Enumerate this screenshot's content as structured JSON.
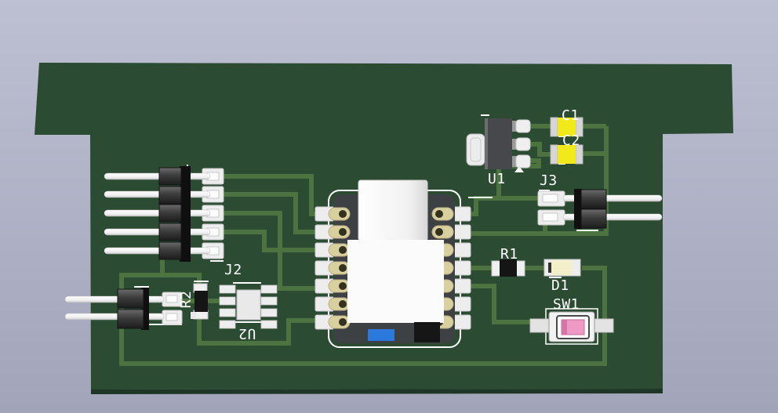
{
  "viewer": {
    "description": "3D rendered printed circuit board, top view, green soldermask on lavender background"
  },
  "refdes": {
    "C1": "C1",
    "C2": "C2",
    "U1": "U1",
    "J3": "J3",
    "R1": "R1",
    "D1": "D1",
    "SW1": "SW1",
    "J2": "J2",
    "U2": "U2",
    "R2": "R2"
  },
  "colors": {
    "background_top": "#bdbfd2",
    "background_bottom": "#a2a4ba",
    "board": "#2c4b33",
    "board_edge": "#1f3526",
    "trace": "#4d7440",
    "silkscreen": "#ffffff",
    "pad": "#ededed",
    "pad_slot": "#fafafa",
    "pin_gold": "#d9d0a0",
    "pin_hole": "#32321f",
    "pin_silver": "#f4f4f4",
    "module_body": "#3e4144",
    "usb_metal": "#f2f2f2",
    "module_shield": "#fbfbfb",
    "blue_component": "#2b79dd",
    "black_ic": "#161616",
    "capacitor_yellow": "#f2e91a",
    "cap_terminal": "#d6d6d6",
    "led_body": "#f3efc8",
    "switch_pink": "#ef9ac6",
    "header_plastic_dark": "#0f0f0f",
    "resistor_black": "#151515",
    "ic_grey": "#e9e9e9"
  }
}
